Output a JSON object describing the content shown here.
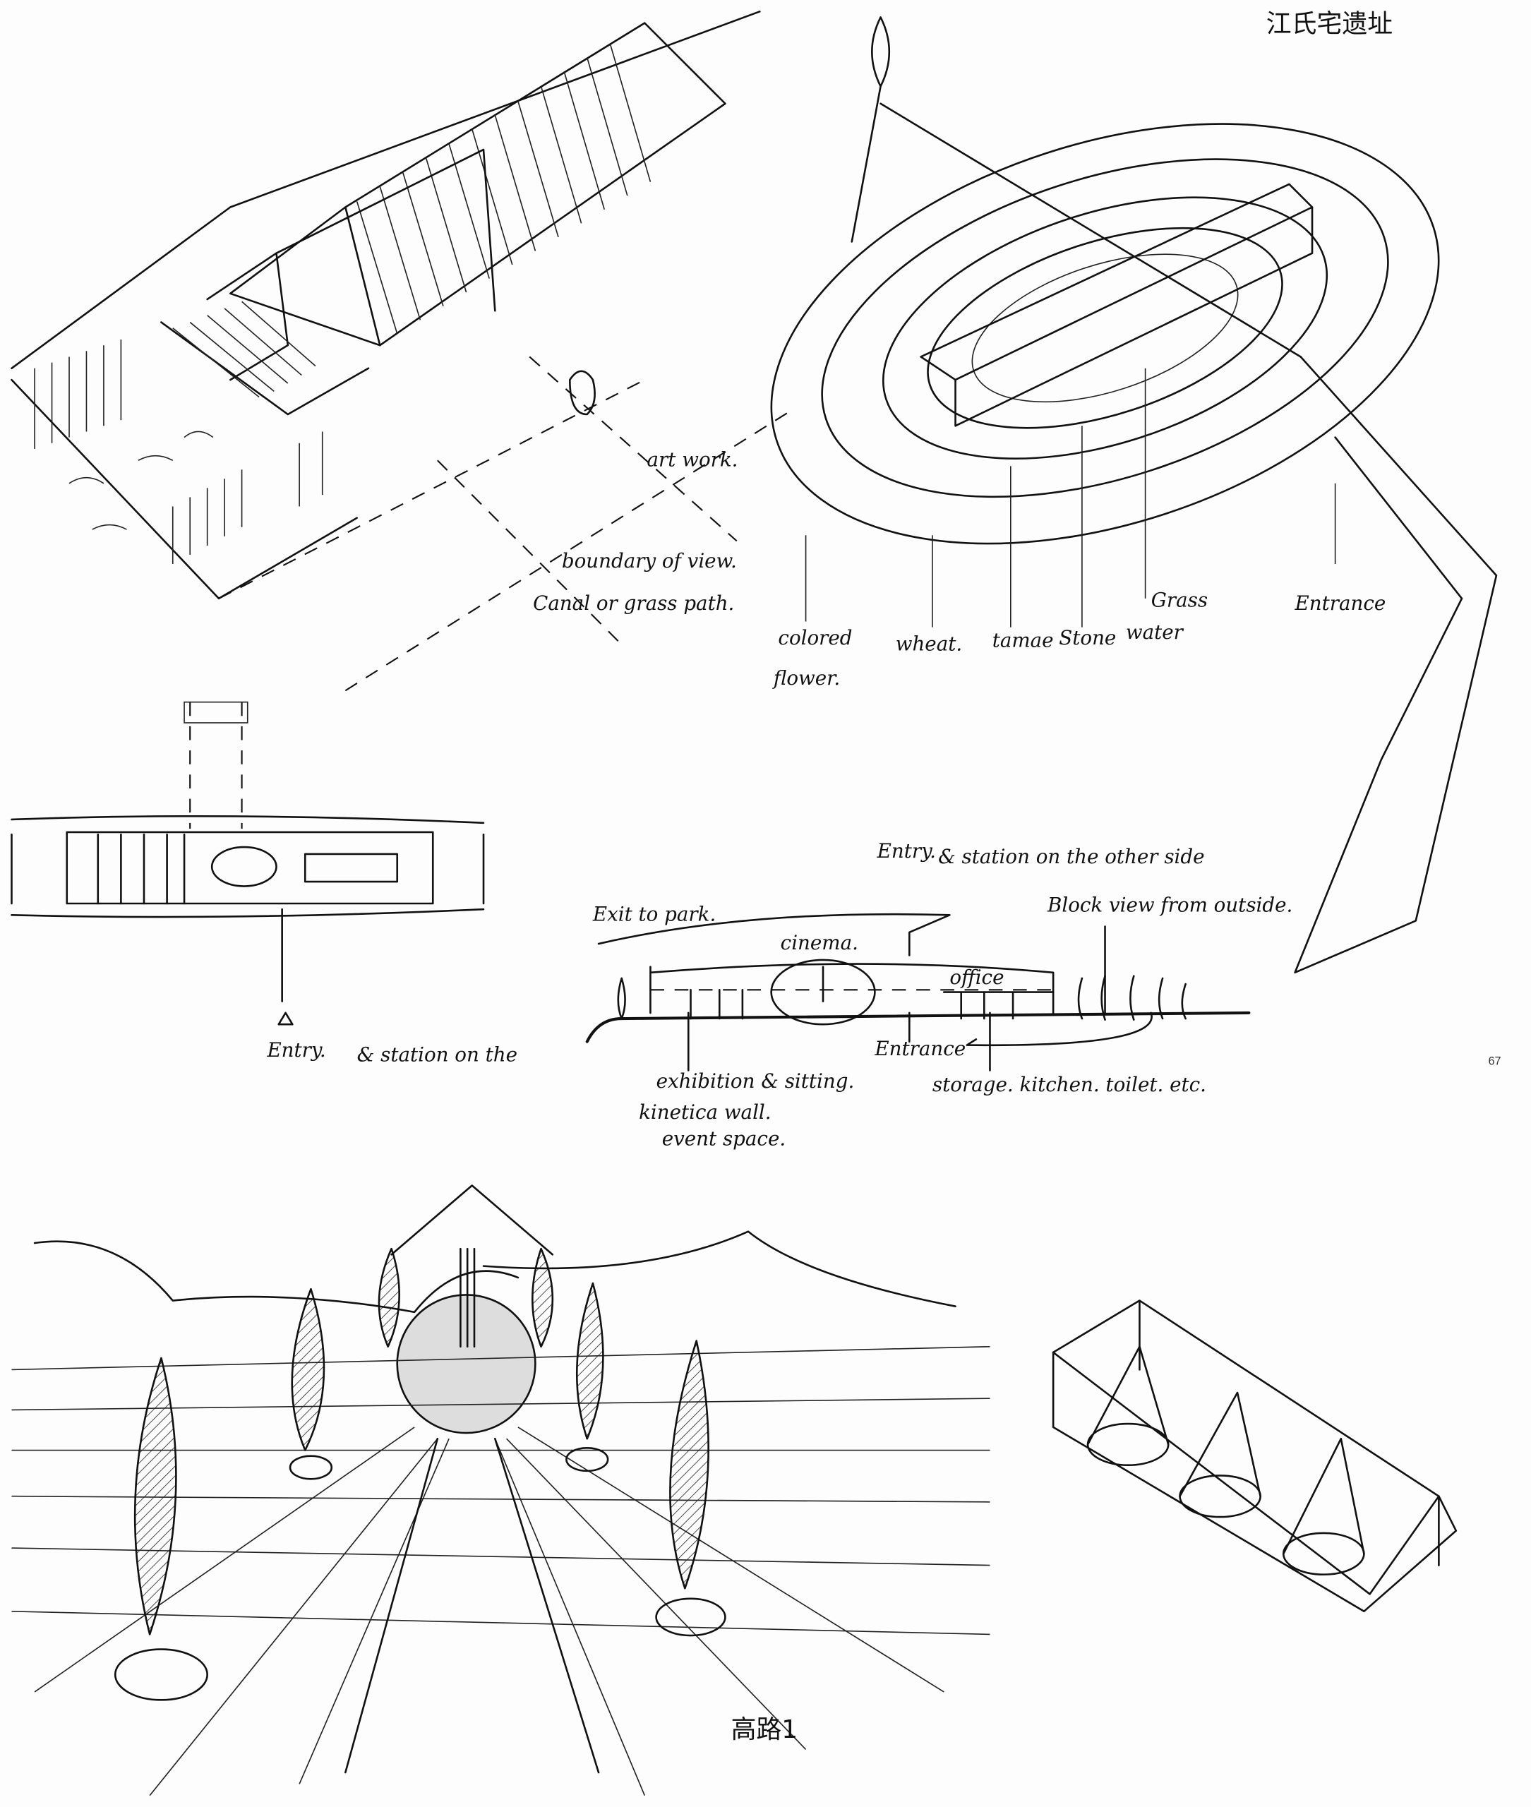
{
  "sheet": {
    "title_handwritten": "江氏宅遗址",
    "page_number": "67",
    "bottom_caption": "高路1"
  },
  "sketch_perspective_pavilion": {
    "labels": {
      "art_work": "art work.",
      "boundary": "boundary of view.",
      "path": "Canal or grass path."
    }
  },
  "sketch_oval_site": {
    "labels": {
      "colored": "colored",
      "flower": "flower.",
      "wheat": "wheat.",
      "tamae": "tamae",
      "stone": "Stone",
      "water": "water",
      "grass": "Grass",
      "entrance": "Entrance"
    }
  },
  "sketch_plan": {
    "entry": "Entry.",
    "station": "& station on the"
  },
  "sketch_section": {
    "entry": "Entry.",
    "station": "& station on the other side",
    "exit": "Exit to park.",
    "block_view": "Block view from outside.",
    "cinema": "cinema.",
    "office": "office",
    "entrance": "Entrance",
    "exhibition": "exhibition & sitting.",
    "kinetic": "kinetica wall.",
    "event": "event space.",
    "storage": "storage. kitchen. toilet. etc."
  }
}
